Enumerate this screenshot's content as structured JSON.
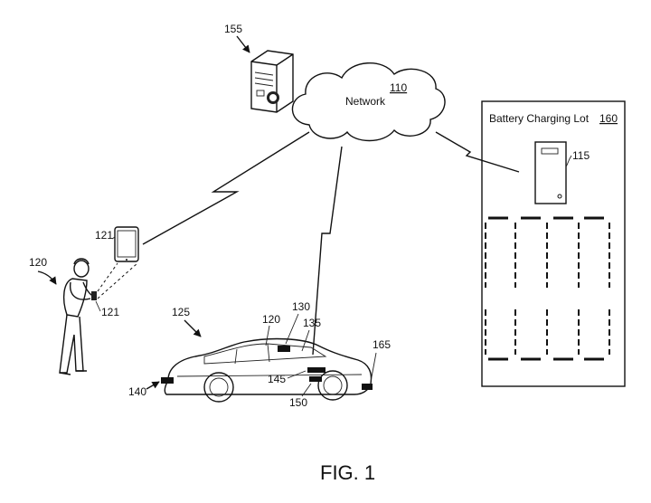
{
  "figure": {
    "caption": "FIG. 1"
  },
  "network": {
    "label": "Network",
    "ref": "110"
  },
  "server": {
    "ref": "155"
  },
  "lot": {
    "label": "Battery Charging Lot",
    "ref": "160",
    "station_ref": "115",
    "icon": "charging-station-icon"
  },
  "user": {
    "ref": "120",
    "device_ref": "121",
    "device_ref_2": "121",
    "icon": "person-icon"
  },
  "vehicle": {
    "ref": "125",
    "refs": {
      "r120": "120",
      "r130": "130",
      "r135": "135",
      "r140": "140",
      "r145": "145",
      "r150": "150",
      "r165": "165"
    },
    "icon": "car-icon"
  }
}
